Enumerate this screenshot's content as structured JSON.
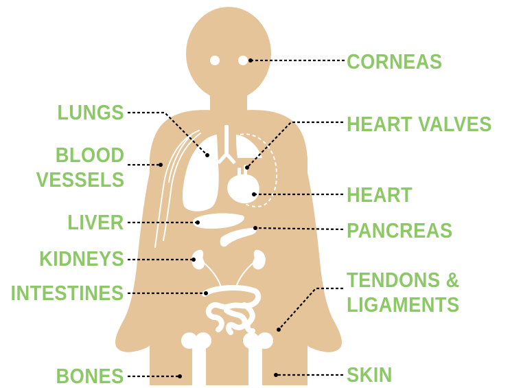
{
  "colors": {
    "body": "#e6c49a",
    "organ": "#ffffff",
    "label": "#8cc866",
    "leader": "#000000"
  },
  "labels": {
    "corneas": "CORNEAS",
    "lungs": "LUNGS",
    "heart_valves": "HEART  VALVES",
    "blood_vessels": [
      "BLOOD",
      "VESSELS"
    ],
    "heart": "HEART",
    "liver": "LIVER",
    "pancreas": "PANCREAS",
    "kidneys": "KIDNEYS",
    "tendons_ligaments": [
      "TENDONS &",
      "LIGAMENTS"
    ],
    "intestines": "INTESTINES",
    "bones": "BONES",
    "skin": "SKIN"
  }
}
